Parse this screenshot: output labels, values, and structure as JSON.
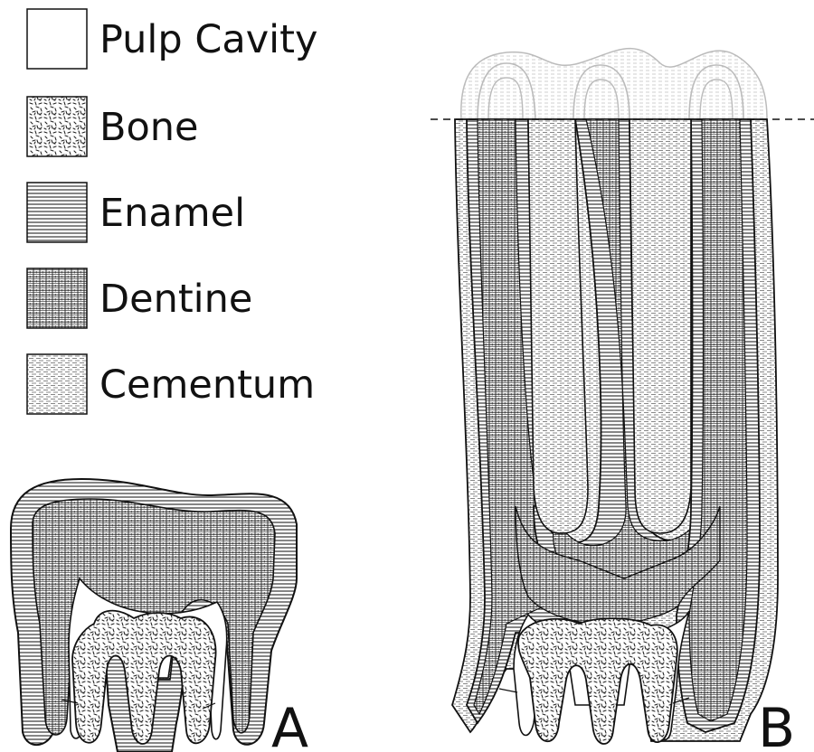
{
  "legend": {
    "items": [
      {
        "key": "pulp",
        "label": "Pulp Cavity"
      },
      {
        "key": "bone",
        "label": "Bone"
      },
      {
        "key": "enamel",
        "label": "Enamel"
      },
      {
        "key": "dentine",
        "label": "Dentine"
      },
      {
        "key": "cementum",
        "label": "Cementum"
      }
    ]
  },
  "panels": {
    "a_label": "A",
    "b_label": "B"
  },
  "colors": {
    "stroke": "#111111",
    "background": "#ffffff",
    "reduced_overlay": "#bbbbbb"
  }
}
